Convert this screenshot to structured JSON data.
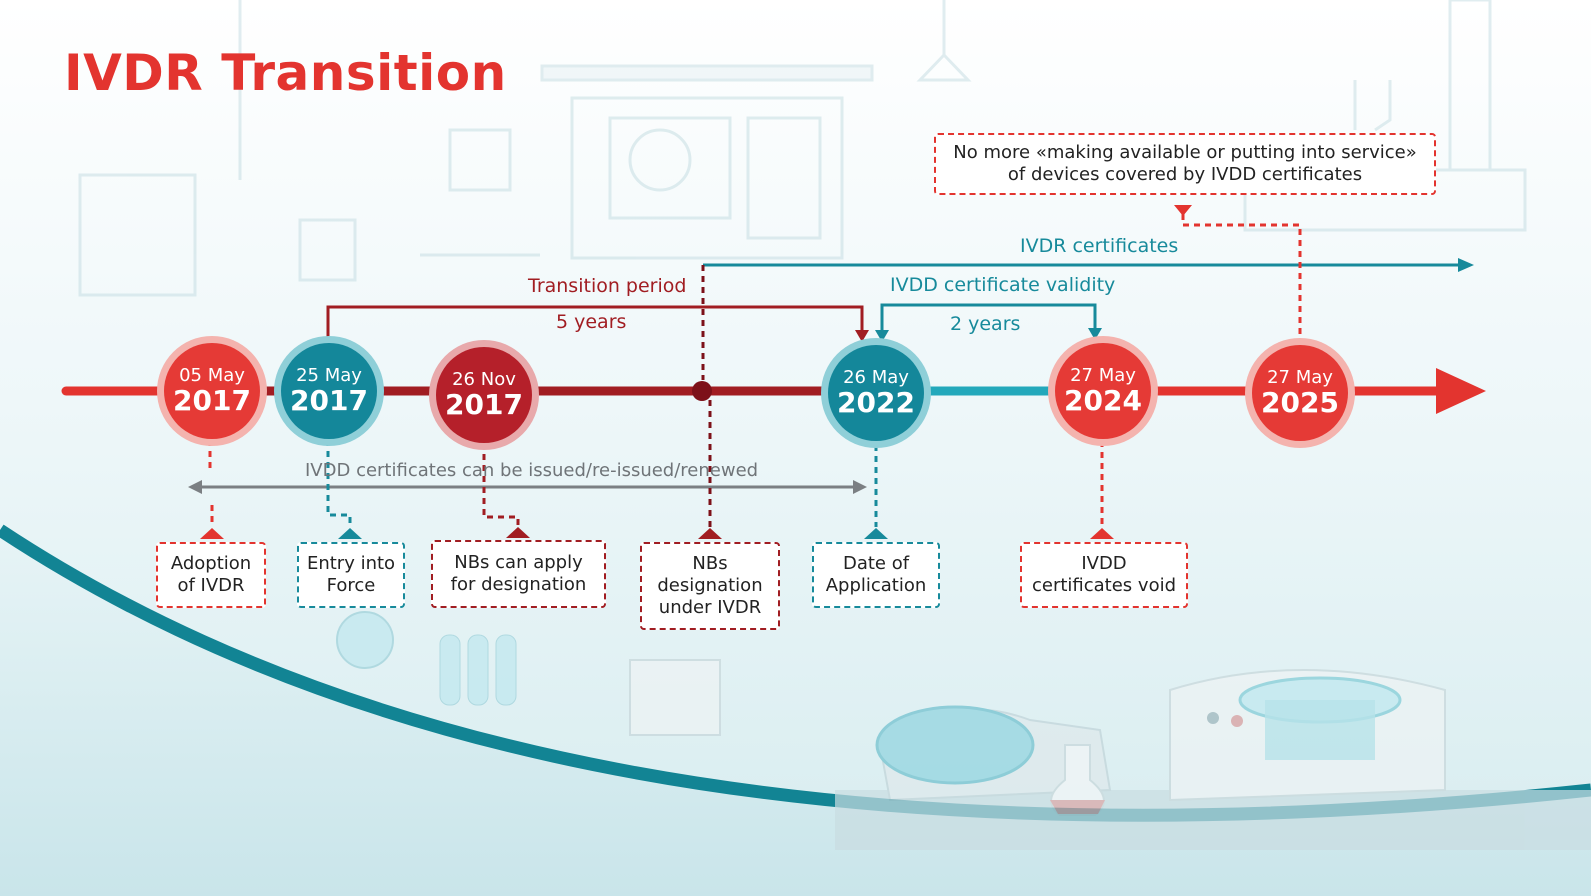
{
  "title": "IVDR Transition",
  "colors": {
    "red": "#e3342f",
    "dark_red": "#a11d22",
    "teal": "#178a9b",
    "grey": "#6f7478"
  },
  "annotations": {
    "transition_period": "Transition period",
    "five_years": "5 years",
    "ivdr_certificates": "IVDR certificates",
    "ivdd_validity": "IVDD certificate validity",
    "two_years": "2 years",
    "ivdd_issued": "IVDD certificates can be issued/re-issued/renewed",
    "no_more_line1": "No more «making available or putting into service»",
    "no_more_line2": "of devices covered by IVDD certificates"
  },
  "milestones": [
    {
      "date": "05 May",
      "year": "2017",
      "color": "red",
      "label": [
        "Adoption",
        "of IVDR"
      ]
    },
    {
      "date": "25 May",
      "year": "2017",
      "color": "teal",
      "label": [
        "Entry into",
        "Force"
      ]
    },
    {
      "date": "26 Nov",
      "year": "2017",
      "color": "dark-red",
      "label": [
        "NBs can apply",
        "for designation"
      ]
    },
    {
      "date": "",
      "year": "",
      "color": "dark-red",
      "label": [
        "NBs",
        "designation",
        "under IVDR"
      ]
    },
    {
      "date": "26 May",
      "year": "2022",
      "color": "teal",
      "label": [
        "Date of",
        "Application"
      ]
    },
    {
      "date": "27 May",
      "year": "2024",
      "color": "red",
      "label": [
        "IVDD",
        "certificates void"
      ]
    },
    {
      "date": "27 May",
      "year": "2025",
      "color": "red",
      "label": []
    }
  ]
}
